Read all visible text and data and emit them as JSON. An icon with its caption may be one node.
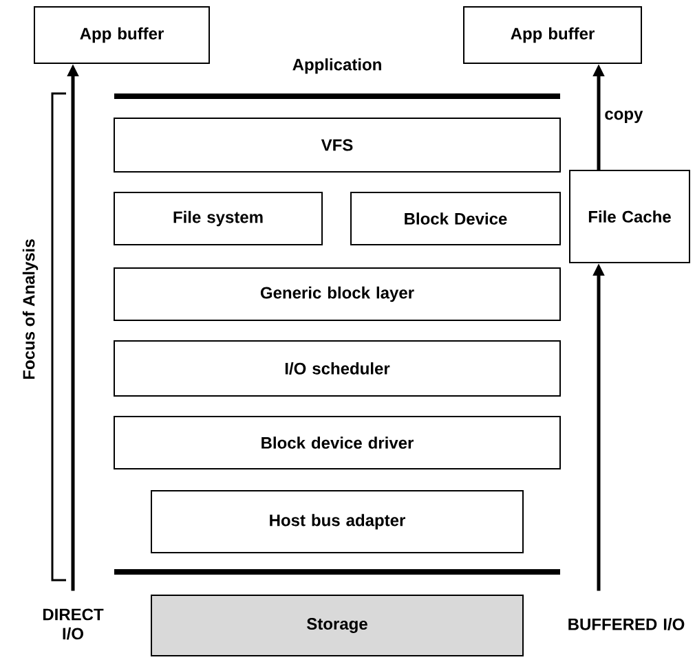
{
  "diagram": {
    "nodes": [
      {
        "text": [
          "App buffer"
        ]
      },
      {
        "text": [
          "App buffer"
        ]
      },
      {
        "text": [
          "VFS"
        ]
      },
      {
        "text": [
          "File system"
        ]
      },
      {
        "text": [
          "Block Device"
        ]
      },
      {
        "text": [
          "File Cache"
        ]
      },
      {
        "text": [
          "Generic block layer"
        ]
      },
      {
        "text": [
          "I/O scheduler"
        ]
      },
      {
        "text": [
          "Block device driver"
        ]
      },
      {
        "text": [
          "Host bus adapter"
        ]
      },
      {
        "text": [
          "Storage"
        ]
      },
      {
        "text": [
          "DIRECT I/O"
        ]
      },
      {
        "text": [
          "BUFFERED I/O"
        ]
      }
    ],
    "edges": [
      {
        "from": 11,
        "to": 0,
        "arrow": "to"
      },
      {
        "from": 12,
        "to": 5,
        "arrow": "to"
      },
      {
        "from": 5,
        "to": 1,
        "arrow": "to",
        "label": "copy"
      }
    ],
    "labels": [
      "Application",
      "Focus of Analysis"
    ]
  }
}
